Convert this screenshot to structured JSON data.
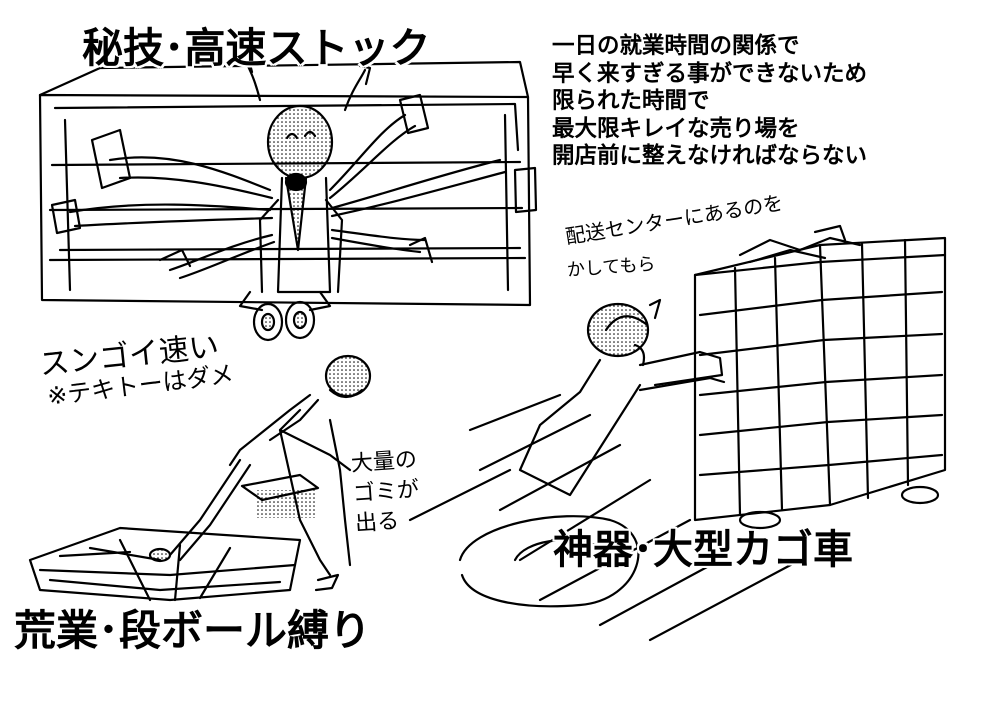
{
  "titles": {
    "secret_technique": "秘技･高速ストック",
    "sacred_cart": "神器･大型カゴ車",
    "rough_work": "荒業･段ボール縛り"
  },
  "description": {
    "lines": [
      "一日の就業時間の関係で",
      "早く来すぎる事ができないため",
      "限られた時間で",
      "最大限キレイな売り場を",
      "開店前に整えなければならない"
    ]
  },
  "handwriting": {
    "sugoi": "スンゴイ速い",
    "note": "※テキトーはダメ",
    "distribution_center_1": "配送センターにあるのを",
    "distribution_center_2": "かしてもら",
    "garbage": "大量のゴミが出る"
  }
}
